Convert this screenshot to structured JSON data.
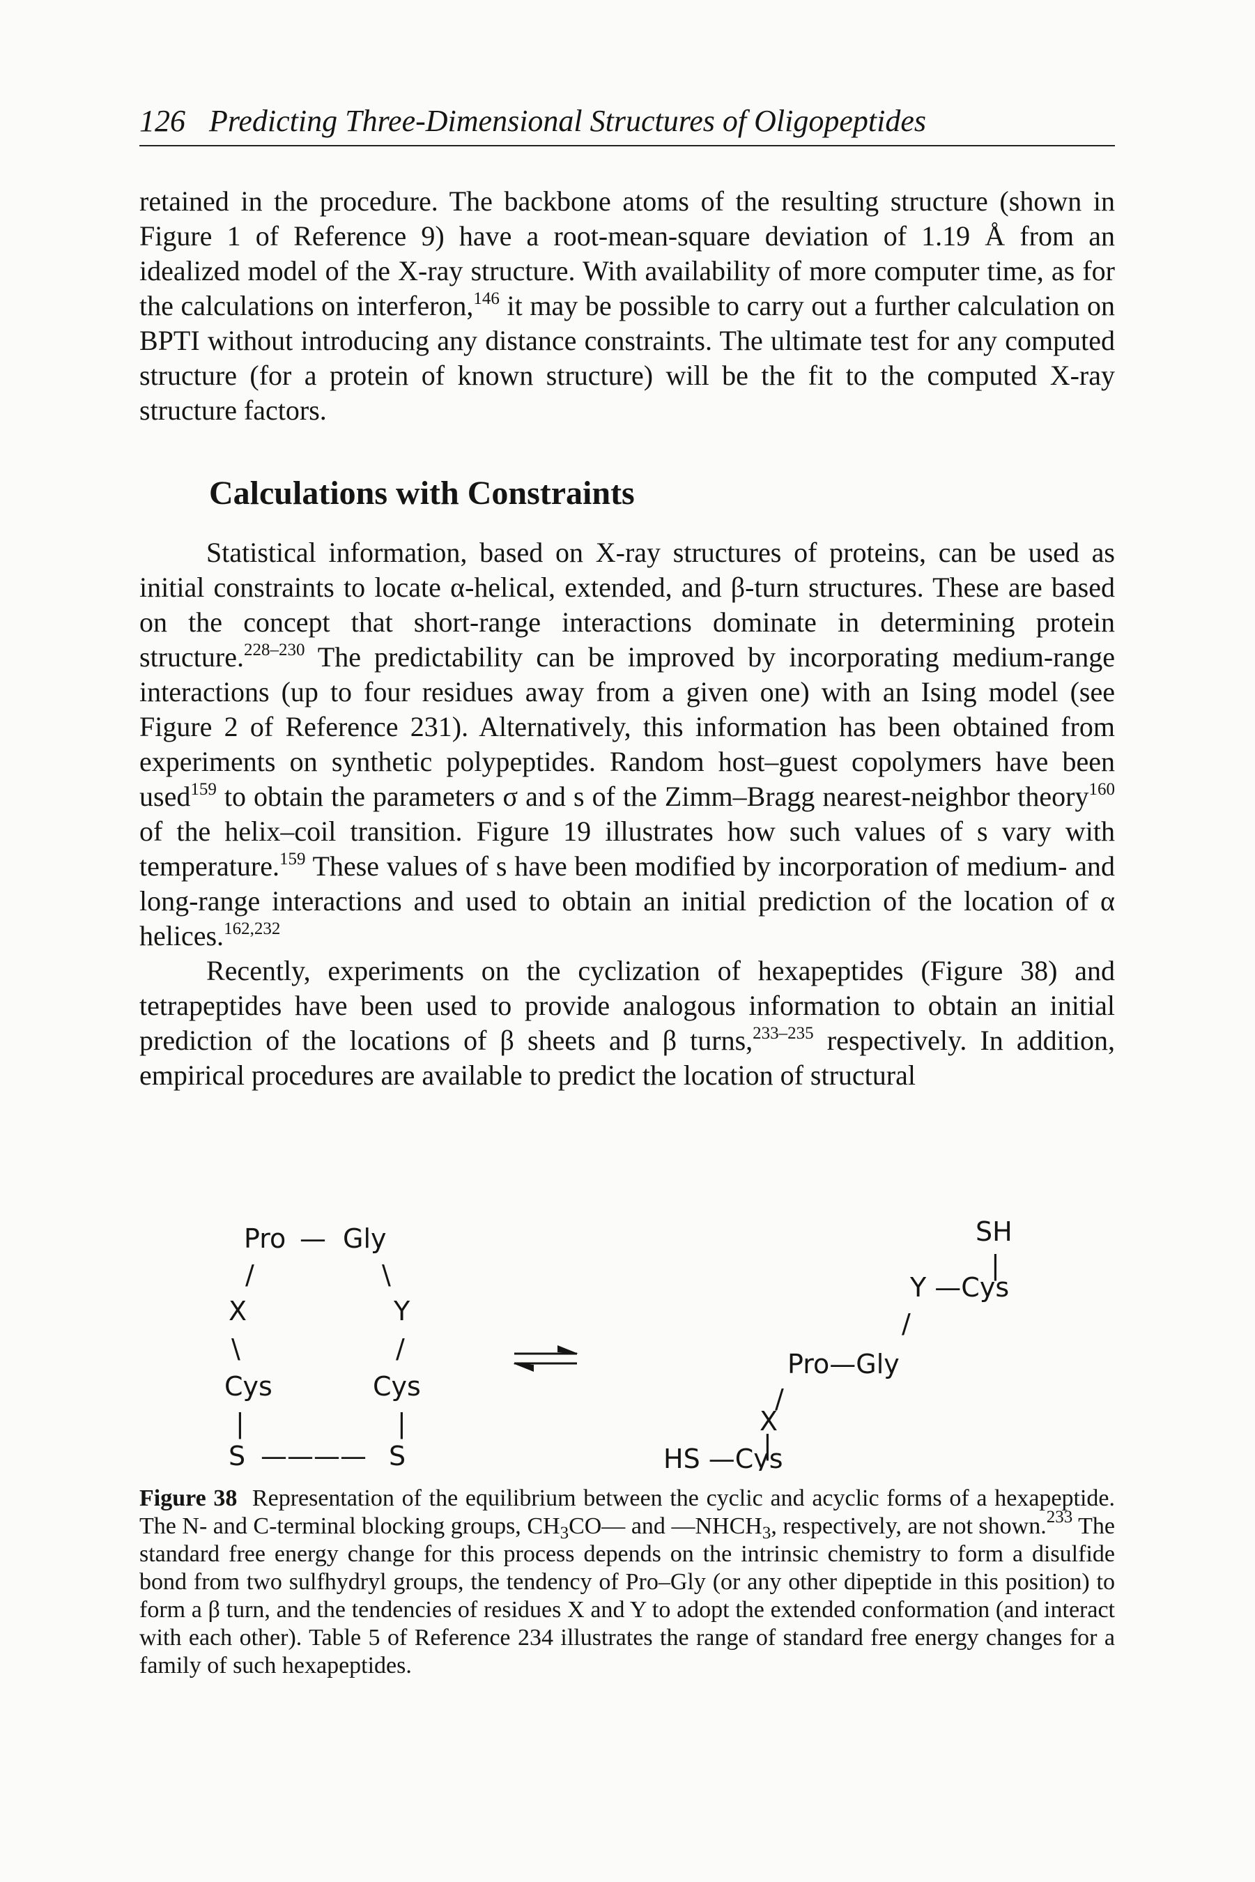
{
  "header": {
    "page_number": "126",
    "running_title": "Predicting Three-Dimensional Structures of Oligopeptides"
  },
  "p1": {
    "t1": "retained in the procedure. The backbone atoms of the resulting structure (shown in Figure 1 of Reference 9) have a root-mean-square deviation of 1.19 Å from an idealized model of the X-ray structure. With availability of more computer time, as for the calculations on interferon,",
    "ref1": "146",
    "t2": " it may be possible to carry out a further calculation on BPTI without introducing any distance constraints. The ultimate test for any computed structure (for a protein of known structure) will be the fit to the computed X-ray structure factors."
  },
  "section_heading": "Calculations with Constraints",
  "p2": {
    "t1": "Statistical information, based on X-ray structures of proteins, can be used as initial constraints to locate α-helical, extended, and β-turn structures. These are based on the concept that short-range interactions dominate in determining protein structure.",
    "ref1": "228–230",
    "t2": " The predictability can be improved by incorporating medium-range interactions (up to four residues away from a given one) with an Ising model (see Figure 2 of Reference 231). Alternatively, this information has been obtained from experiments on synthetic polypeptides. Random host–guest copolymers have been used",
    "ref2": "159",
    "t3": " to obtain the parameters σ and s of the Zimm–Bragg nearest-neighbor theory",
    "ref3": "160",
    "t4": " of the helix–coil transition. Figure 19 illustrates how such values of s vary with temperature.",
    "ref4": "159",
    "t5": " These values of s have been modified by incorporation of medium- and long-range interactions and used to obtain an initial prediction of the location of α helices.",
    "ref5": "162,232"
  },
  "p3": {
    "t1": "Recently, experiments on the cyclization of hexapeptides (Figure 38) and tetrapeptides have been used to provide analogous information to obtain an initial prediction of the locations of β sheets and β turns,",
    "ref1": "233–235",
    "t2": " respectively. In addition, empirical procedures are available to predict the location of structural"
  },
  "figure": {
    "cyclic": {
      "pro": "Pro",
      "dash": "—",
      "gly": "Gly",
      "slash": "/",
      "backslash": "\\",
      "x": "X",
      "y": "Y",
      "cys": "Cys",
      "bar": "|",
      "s": "S",
      "ss_bond": "————"
    },
    "acyclic": {
      "sh": "SH",
      "bar": "|",
      "y_cys": "Y —Cys",
      "slash": "/",
      "pro_gly": "Pro—Gly",
      "x": "X",
      "hs_cys": "HS —Cys"
    }
  },
  "caption": {
    "label": "Figure 38",
    "t1": "Representation of the equilibrium between the cyclic and acyclic forms of a hexapeptide. The N- and C-terminal blocking groups, CH",
    "sub1": "3",
    "t2": "CO— and —NHCH",
    "sub2": "3",
    "t3": ", respectively, are not shown.",
    "ref1": "233",
    "t4": " The standard free energy change for this process depends on the intrinsic chemistry to form a disulfide bond from two sulfhydryl groups, the tendency of Pro–Gly (or any other dipeptide in this position) to form a β turn, and the tendencies of residues X and Y to adopt the extended conformation (and interact with each other). Table 5 of Reference 234 illustrates the range of standard free energy changes for a family of such hexapeptides."
  }
}
